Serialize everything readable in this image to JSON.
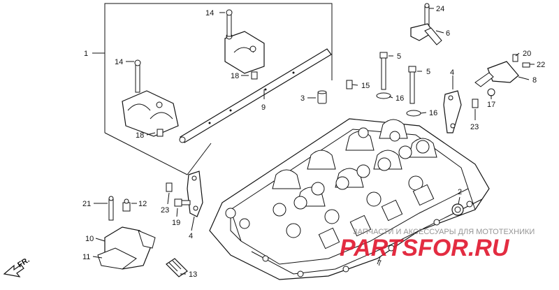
{
  "diagram": {
    "callouts": [
      "1",
      "2",
      "3",
      "4",
      "4",
      "5",
      "5",
      "6",
      "7",
      "8",
      "9",
      "10",
      "11",
      "12",
      "13",
      "14",
      "14",
      "15",
      "16",
      "16",
      "17",
      "18",
      "18",
      "19",
      "20",
      "21",
      "22",
      "23",
      "23",
      "24"
    ],
    "direction_label": "FR."
  },
  "watermark": {
    "tagline": "ЗАПЧАСТИ И АКСЕССУАРЫ ДЛЯ МОТОТЕХНИКИ",
    "brand": "PARTSFOR.RU",
    "color": "#e1162d"
  }
}
